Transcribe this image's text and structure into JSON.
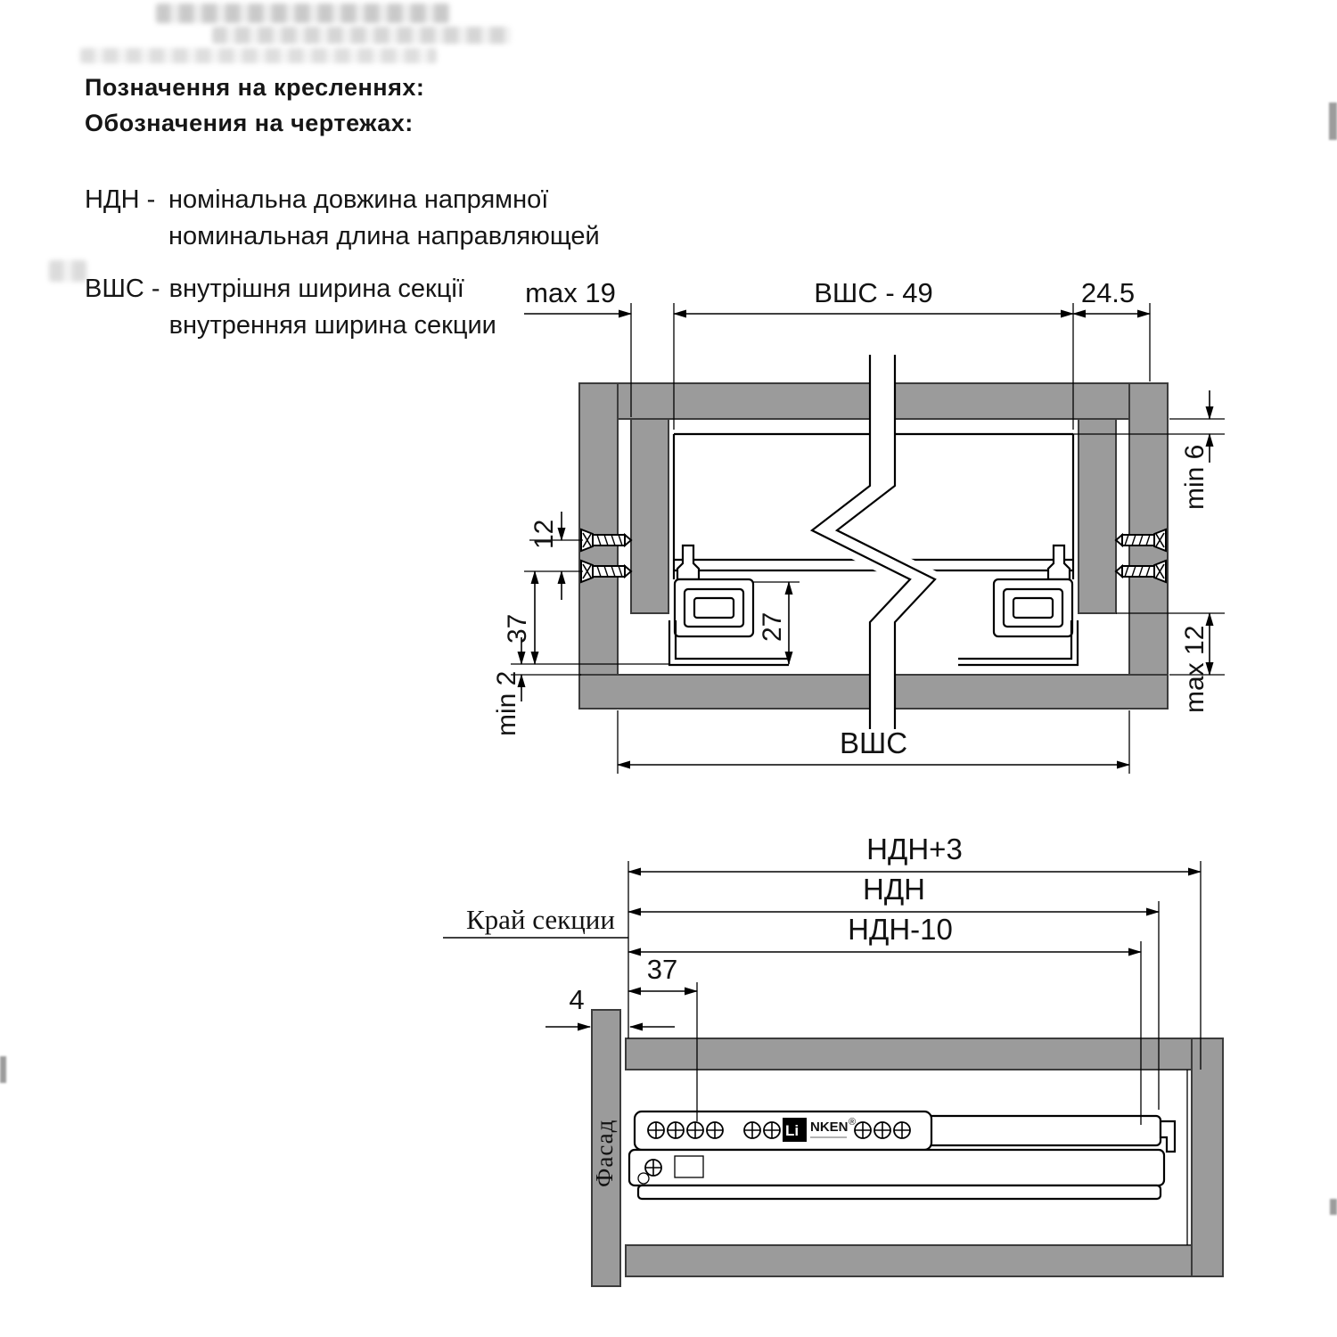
{
  "legend": {
    "title_uk": "Позначення на кресленнях:",
    "title_ru": "Обозначения на чертежах:",
    "items": [
      {
        "abbr": "НДН -",
        "line1": "номінальна довжина напрямної",
        "line2": "номинальная длина направляющей"
      },
      {
        "abbr": "ВШС -",
        "line1": "внутрішня ширина секції",
        "line2": "внутренняя ширина секции"
      }
    ]
  },
  "section_drawing": {
    "dims": {
      "max19": "max 19",
      "vshs_minus_49": "ВШС - 49",
      "d245": "24.5",
      "min6": "min 6",
      "d12": "12",
      "d37": "37",
      "d27": "27",
      "min2": "min 2",
      "max12": "max 12",
      "vshs": "ВШС"
    }
  },
  "side_drawing": {
    "dims": {
      "ndn_plus3": "НДН+3",
      "ndn": "НДН",
      "ndn_minus10": "НДН-10",
      "d37": "37",
      "d4": "4"
    },
    "labels": {
      "section_edge": "Край секции",
      "facade": "Фасад",
      "brand_li": "Li",
      "brand_nken": "NKEN",
      "brand_reg": "®"
    }
  },
  "colors": {
    "panel_gray": "#9b9b9b",
    "panel_stroke": "#3c3c3c",
    "line": "#000000",
    "background": "#ffffff"
  }
}
